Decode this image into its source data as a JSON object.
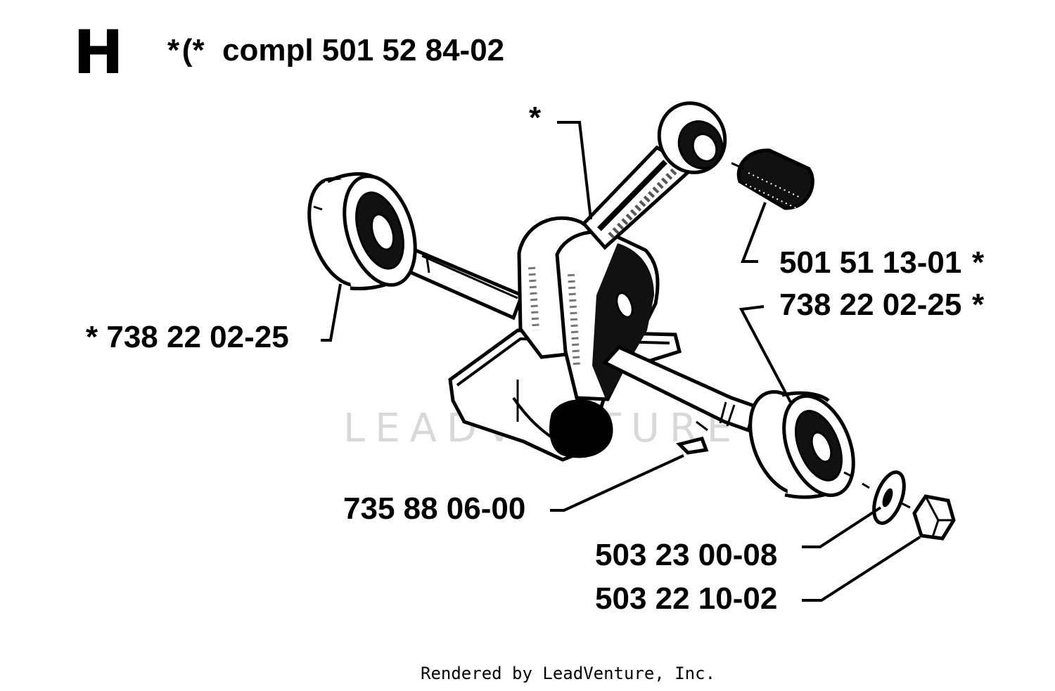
{
  "header": {
    "section_letter": "H",
    "marker": "* (*",
    "assembly_label": "compl 501 52 84-02"
  },
  "callouts": {
    "conrod_star": "*",
    "left_bearing": "* 738 22 02-25",
    "needle_bearing": "501 51 13-01",
    "needle_bearing_star": "*",
    "right_bearing": "738 22 02-25",
    "right_bearing_star": "*",
    "key": "735 88 06-00",
    "washer": "503 23 00-08",
    "nut": "503 22 10-02"
  },
  "watermark": "LEADVENTURE",
  "footer": "Rendered by LeadVenture, Inc."
}
